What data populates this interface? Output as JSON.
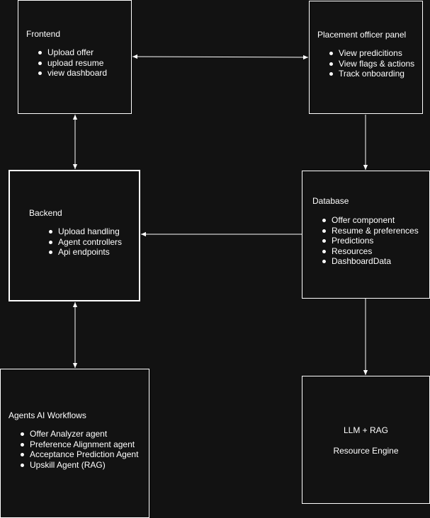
{
  "frontend": {
    "title": "Frontend",
    "items": [
      "Upload offer",
      "upload resume",
      "view dashboard"
    ]
  },
  "placement": {
    "title": "Placement officer panel",
    "items": [
      "View predicitions",
      "View flags & actions",
      "Track onboarding"
    ]
  },
  "backend": {
    "title": "Backend",
    "items": [
      "Upload handling",
      "Agent controllers",
      "Api endpoints"
    ]
  },
  "database": {
    "title": "Database",
    "items": [
      "Offer component",
      "Resume & preferences",
      "Predictions",
      "Resources",
      "DashboardData"
    ]
  },
  "agents": {
    "title": "Agents AI Workflows",
    "items": [
      "Offer Analyzer agent",
      "Preference Alignment agent",
      "Acceptance Prediction Agent",
      "Upskill Agent (RAG)"
    ]
  },
  "llm": {
    "line1": "LLM + RAG",
    "line2": "Resource Engine"
  },
  "colors": {
    "background": "#121212",
    "stroke": "#ffffff"
  }
}
